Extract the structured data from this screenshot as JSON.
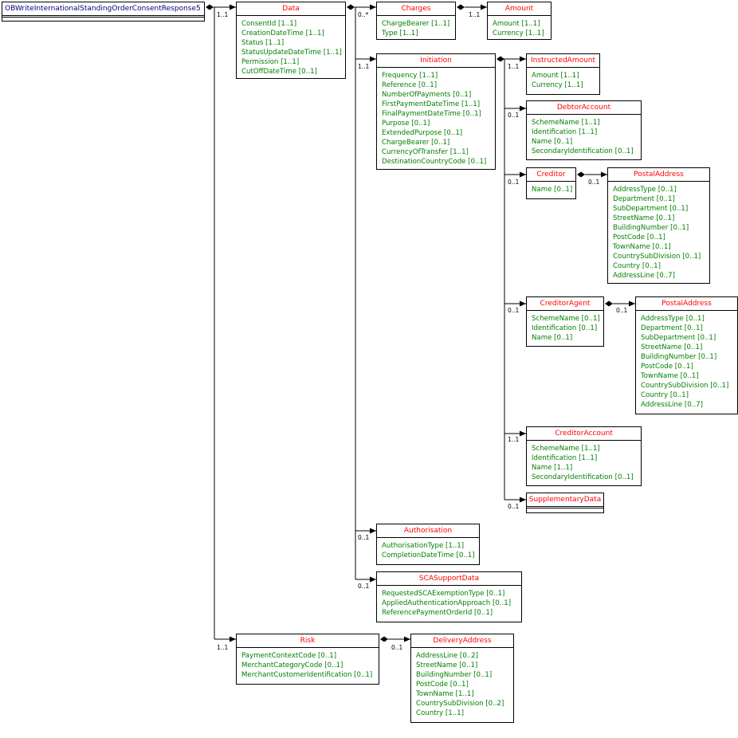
{
  "colors": {
    "class_title": "#ff0000",
    "root_title": "#000080",
    "attribute": "#008000",
    "line": "#000000"
  },
  "boxes": {
    "root": {
      "title": "OBWriteInternationalStandingOrderConsentResponse5",
      "attrs": []
    },
    "data": {
      "title": "Data",
      "attrs": [
        "ConsentId [1..1]",
        "CreationDateTime [1..1]",
        "Status [1..1]",
        "StatusUpdateDateTime [1..1]",
        "Permission [1..1]",
        "CutOffDateTime [0..1]"
      ]
    },
    "charges": {
      "title": "Charges",
      "attrs": [
        "ChargeBearer [1..1]",
        "Type [1..1]"
      ]
    },
    "amount": {
      "title": "Amount",
      "attrs": [
        "Amount [1..1]",
        "Currency [1..1]"
      ]
    },
    "initiation": {
      "title": "Initiation",
      "attrs": [
        "Frequency [1..1]",
        "Reference [0..1]",
        "NumberOfPayments [0..1]",
        "FirstPaymentDateTime [1..1]",
        "FinalPaymentDateTime [0..1]",
        "Purpose [0..1]",
        "ExtendedPurpose [0..1]",
        "ChargeBearer [0..1]",
        "CurrencyOfTransfer [1..1]",
        "DestinationCountryCode [0..1]"
      ]
    },
    "instructed": {
      "title": "InstructedAmount",
      "attrs": [
        "Amount [1..1]",
        "Currency [1..1]"
      ]
    },
    "debtor": {
      "title": "DebtorAccount",
      "attrs": [
        "SchemeName [1..1]",
        "Identification [1..1]",
        "Name [0..1]",
        "SecondaryIdentification [0..1]"
      ]
    },
    "creditor": {
      "title": "Creditor",
      "attrs": [
        "Name [0..1]"
      ]
    },
    "postal1": {
      "title": "PostalAddress",
      "attrs": [
        "AddressType [0..1]",
        "Department [0..1]",
        "SubDepartment [0..1]",
        "StreetName [0..1]",
        "BuildingNumber [0..1]",
        "PostCode [0..1]",
        "TownName [0..1]",
        "CountrySubDivision [0..1]",
        "Country [0..1]",
        "AddressLine [0..7]"
      ]
    },
    "creditorAgent": {
      "title": "CreditorAgent",
      "attrs": [
        "SchemeName [0..1]",
        "Identification [0..1]",
        "Name [0..1]"
      ]
    },
    "postal2": {
      "title": "PostalAddress",
      "attrs": [
        "AddressType [0..1]",
        "Department [0..1]",
        "SubDepartment [0..1]",
        "StreetName [0..1]",
        "BuildingNumber [0..1]",
        "PostCode [0..1]",
        "TownName [0..1]",
        "CountrySubDivision [0..1]",
        "Country [0..1]",
        "AddressLine [0..7]"
      ]
    },
    "creditorAccount": {
      "title": "CreditorAccount",
      "attrs": [
        "SchemeName [1..1]",
        "Identification [1..1]",
        "Name [1..1]",
        "SecondaryIdentification [0..1]"
      ]
    },
    "supplementary": {
      "title": "SupplementaryData",
      "attrs": []
    },
    "authorisation": {
      "title": "Authorisation",
      "attrs": [
        "AuthorisationType [1..1]",
        "CompletionDateTime [0..1]"
      ]
    },
    "sca": {
      "title": "SCASupportData",
      "attrs": [
        "RequestedSCAExemptionType [0..1]",
        "AppliedAuthenticationApproach [0..1]",
        "ReferencePaymentOrderId [0..1]"
      ]
    },
    "risk": {
      "title": "Risk",
      "attrs": [
        "PaymentContextCode [0..1]",
        "MerchantCategoryCode [0..1]",
        "MerchantCustomerIdentification [0..1]"
      ]
    },
    "delivery": {
      "title": "DeliveryAddress",
      "attrs": [
        "AddressLine [0..2]",
        "StreetName [0..1]",
        "BuildingNumber [0..1]",
        "PostCode [0..1]",
        "TownName [1..1]",
        "CountrySubDivision [0..2]",
        "Country [1..1]"
      ]
    }
  },
  "multiplicities": {
    "root_data": "1..1",
    "root_risk": "1..1",
    "data_charges": "0..*",
    "charges_amount": "1..1",
    "data_initiation": "1..1",
    "init_instructed": "1..1",
    "init_debtor": "0..1",
    "init_creditor": "0..1",
    "creditor_postal": "0..1",
    "init_creditoragent": "0..1",
    "creditoragent_postal": "0..1",
    "init_creditoraccount": "1..1",
    "init_supplementary": "0..1",
    "data_authorisation": "0..1",
    "data_sca": "0..1",
    "risk_delivery": "0..1"
  }
}
